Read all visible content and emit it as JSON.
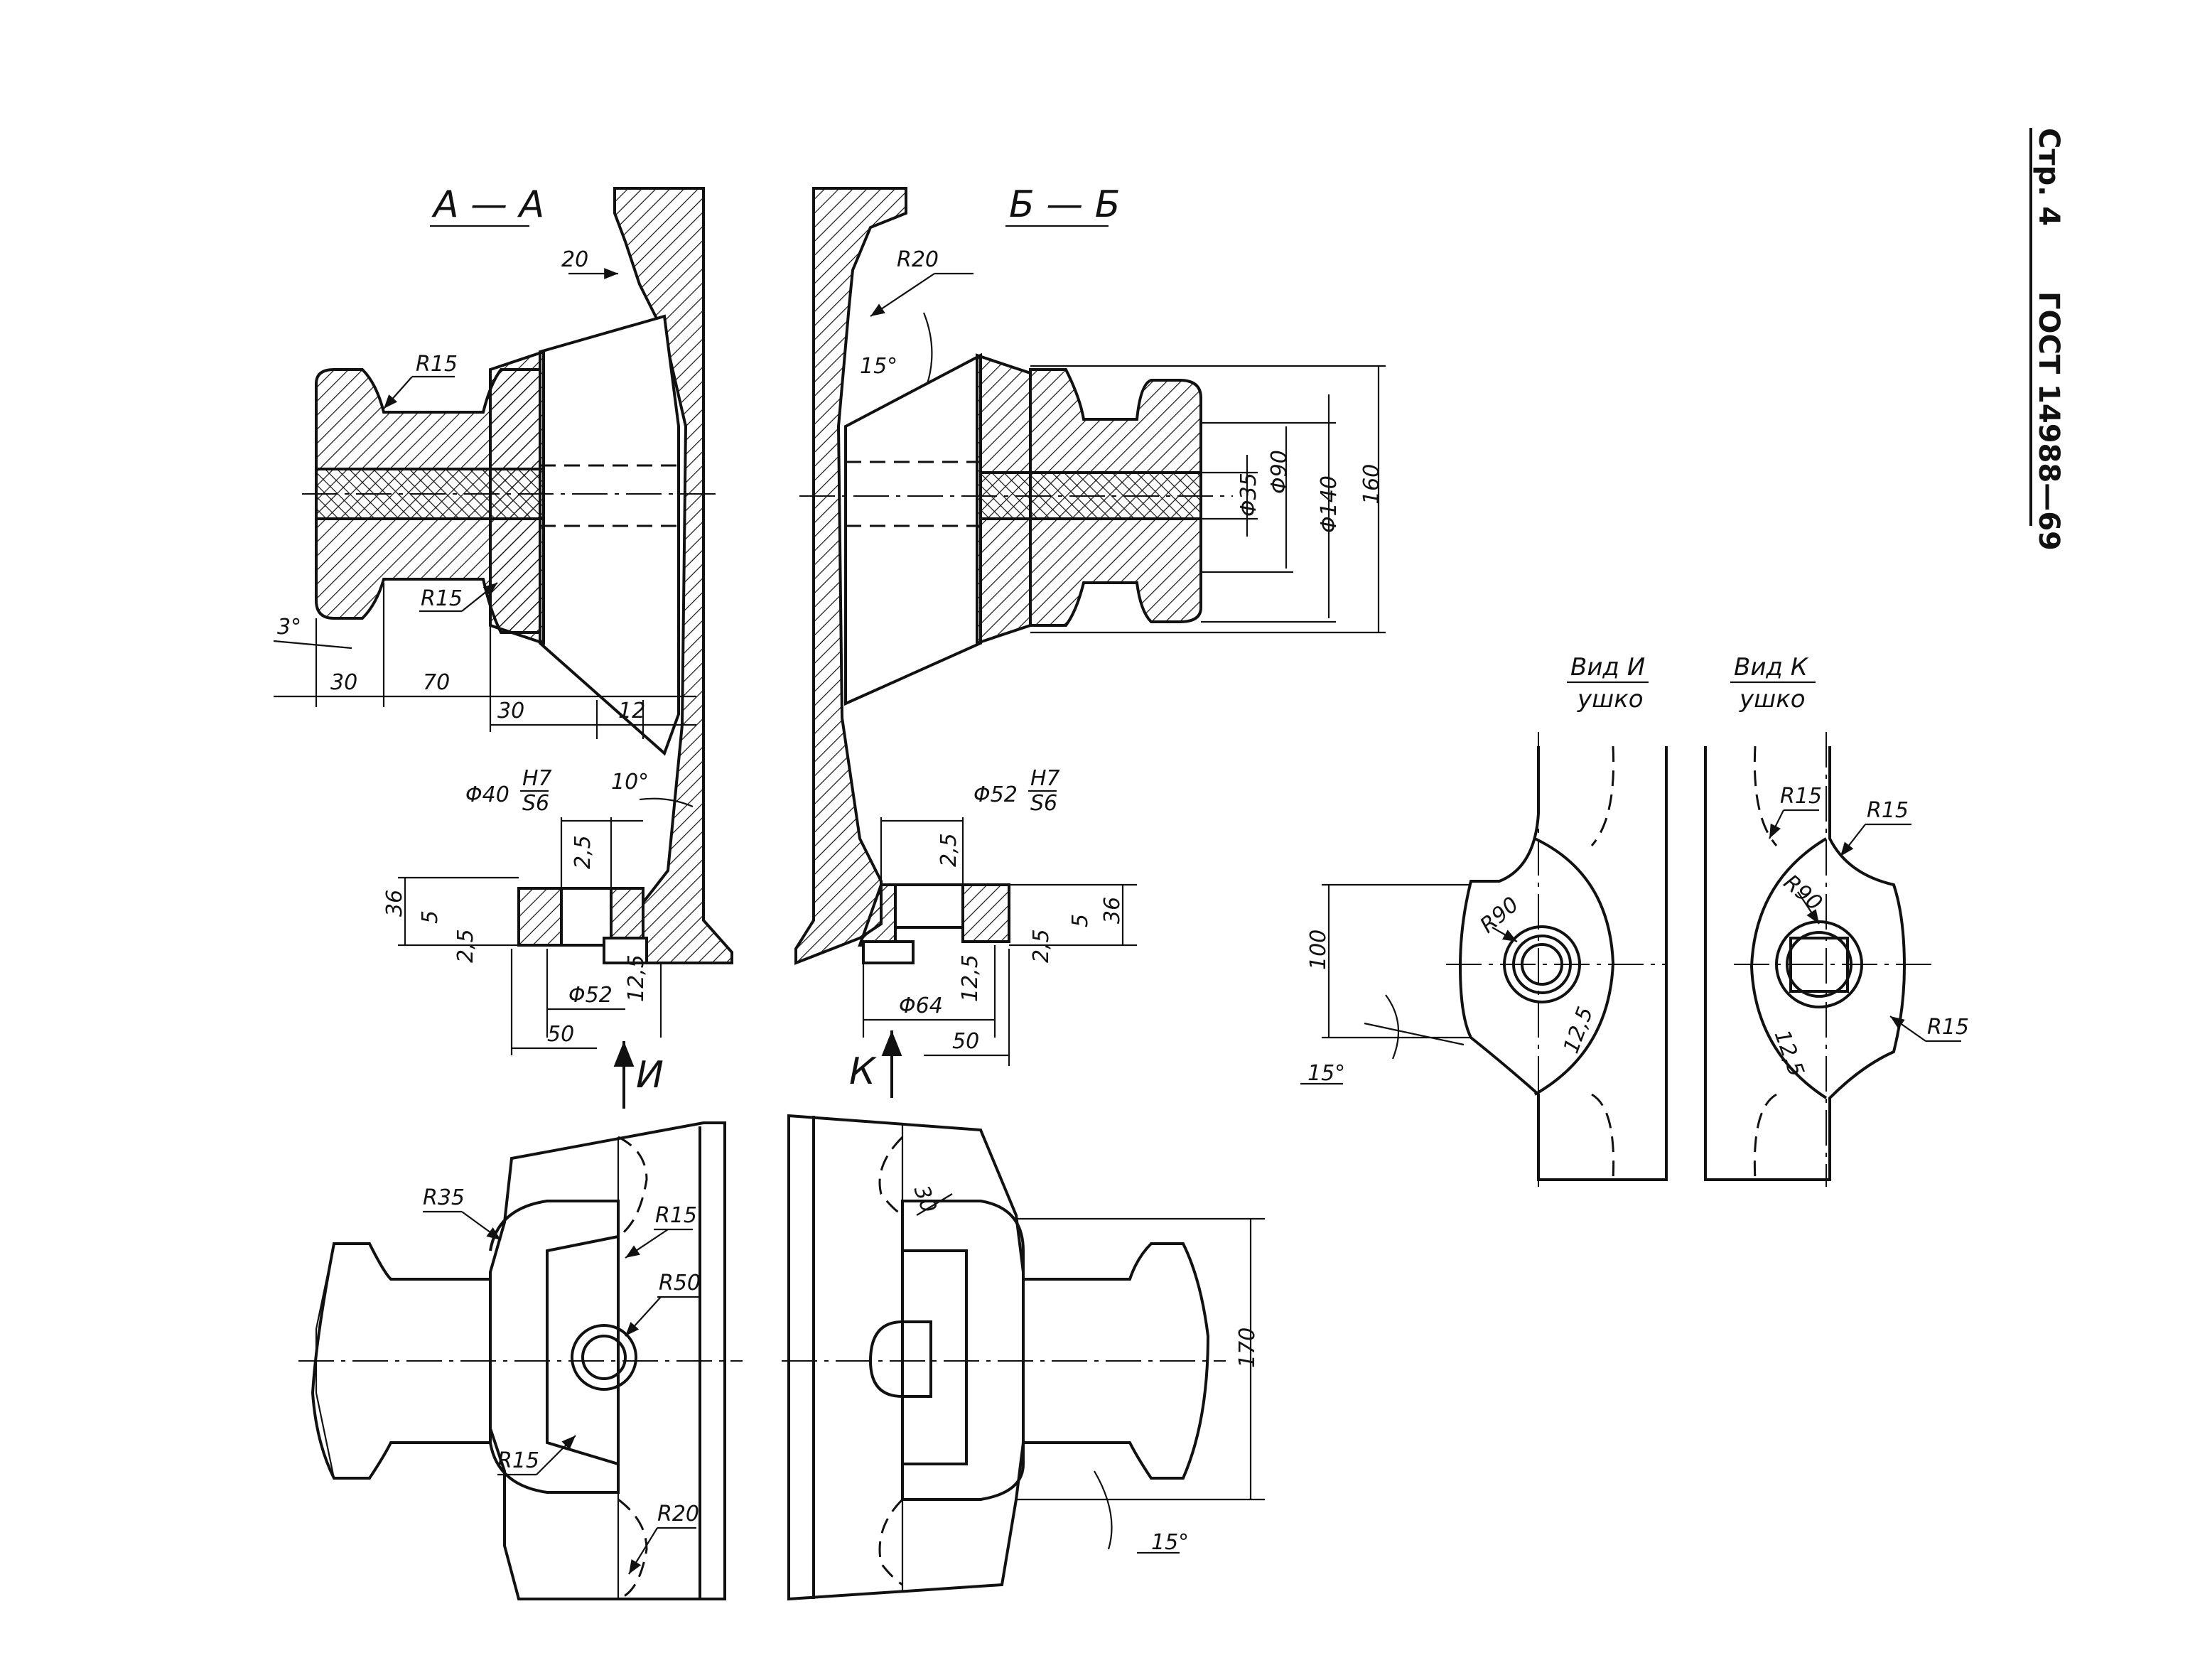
{
  "header": {
    "page": "Стр. 4",
    "standard": "ГОСТ 14988—69"
  },
  "sections": {
    "aa": "А — А",
    "bb": "Б — Б"
  },
  "views": {
    "i_title": "Вид И",
    "i_sub": "ушко",
    "k_title": "Вид К",
    "k_sub": "ушко"
  },
  "arrows": {
    "i": "И",
    "k": "К"
  },
  "dims_aa": {
    "d20": "20",
    "r15_top": "R15",
    "r15_bot": "R15",
    "angle3": "3°",
    "d30a": "30",
    "d70": "70",
    "d30b": "30",
    "d12": "12",
    "fit40": "Φ40",
    "fit40_num": "H7",
    "fit40_den": "S6",
    "angle10": "10°",
    "d2_5a": "2,5",
    "d36": "36",
    "d5": "5",
    "d2_5b": "2,5",
    "d52": "Φ52",
    "d12_5": "12,5",
    "d50": "50"
  },
  "dims_bb": {
    "r20": "R20",
    "angle15": "15°",
    "d35": "Φ35",
    "d90": "Φ90",
    "d140": "Φ140",
    "d160": "160",
    "fit52": "Φ52",
    "fit52_num": "H7",
    "fit52_den": "S6",
    "d2_5a": "2,5",
    "d5": "5",
    "d36": "36",
    "d2_5b": "2,5",
    "d64": "Φ64",
    "d12_5": "12,5",
    "d50": "50"
  },
  "dims_plan_left": {
    "r35": "R35",
    "r15a": "R15",
    "r50": "R50",
    "r15b": "R15",
    "r20": "R20"
  },
  "dims_plan_right": {
    "d30": "30",
    "d170": "170",
    "angle15": "15°"
  },
  "dims_view_i": {
    "d100": "100",
    "angle15": "15°",
    "r90": "R90",
    "d12_5": "12,5"
  },
  "dims_view_k": {
    "r15a": "R15",
    "r15b": "R15",
    "r90": "R90",
    "r15c": "R15",
    "d12_5": "12,5"
  }
}
